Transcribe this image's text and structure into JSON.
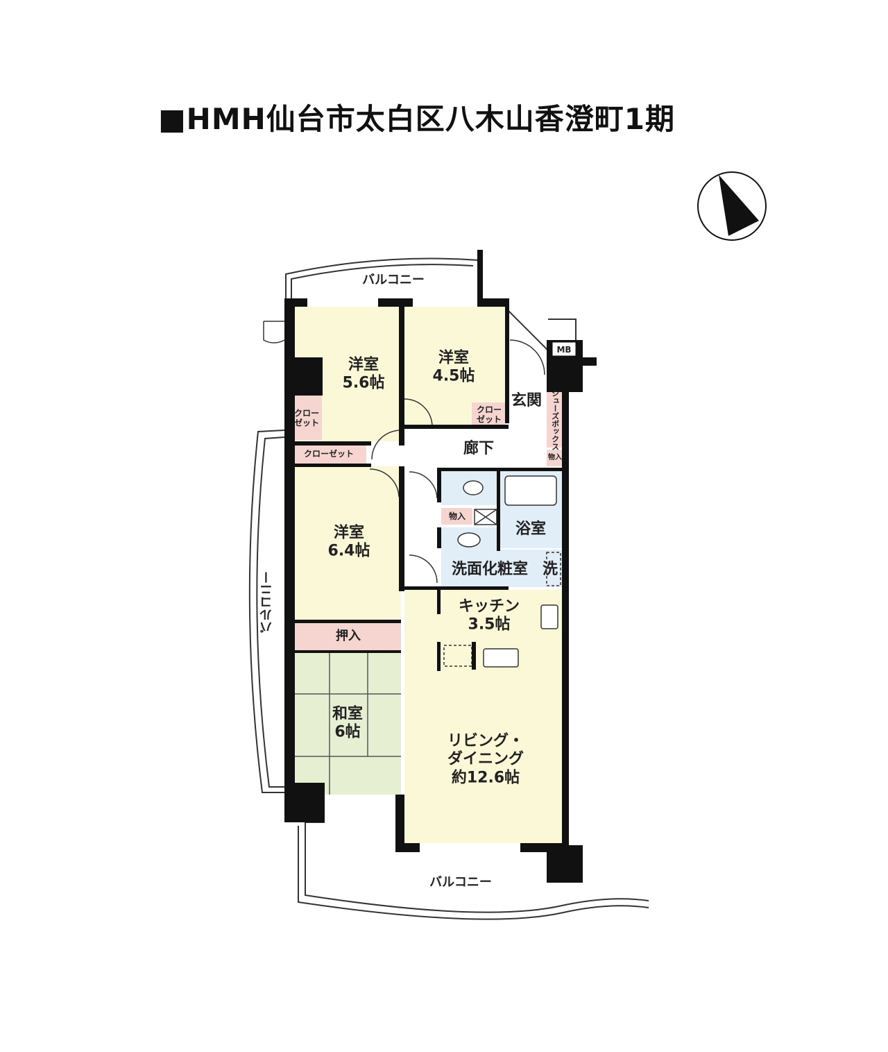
{
  "title": "■HMH仙台市太白区八木山香澄町1期",
  "compass": {
    "icon": "north-arrow-icon"
  },
  "rooms": {
    "western_a": {
      "name": "洋室",
      "size": "5.6帖"
    },
    "western_b": {
      "name": "洋室",
      "size": "4.5帖"
    },
    "western_c": {
      "name": "洋室",
      "size": "6.4帖"
    },
    "japanese": {
      "name": "和室",
      "size": "6帖"
    },
    "living": {
      "name": "リビング・",
      "name2": "ダイニング",
      "size": "約12.6帖"
    },
    "kitchen": {
      "name": "キッチン",
      "size": "3.5帖"
    },
    "entrance": "玄関",
    "hallway": "廊下",
    "bath": "浴室",
    "washroom": "洗面化粧室",
    "laundry": "洗",
    "shoebox": "シューズボックス",
    "mb": "MB",
    "closet_a": "クロー\nゼット",
    "closet_b": "クロー\nゼット",
    "closet_c": "クローゼット",
    "storage_a": "物入",
    "storage_b": "物入",
    "oshiire": "押入"
  },
  "balconies": {
    "top": "バルコニー",
    "left": "バルコニー",
    "bottom": "バルコニー"
  },
  "colors": {
    "western": "#fbf8d8",
    "storage": "#f6d4cf",
    "wet": "#e2eef7",
    "tatami": "#e6efd2",
    "wall": "#111111"
  }
}
